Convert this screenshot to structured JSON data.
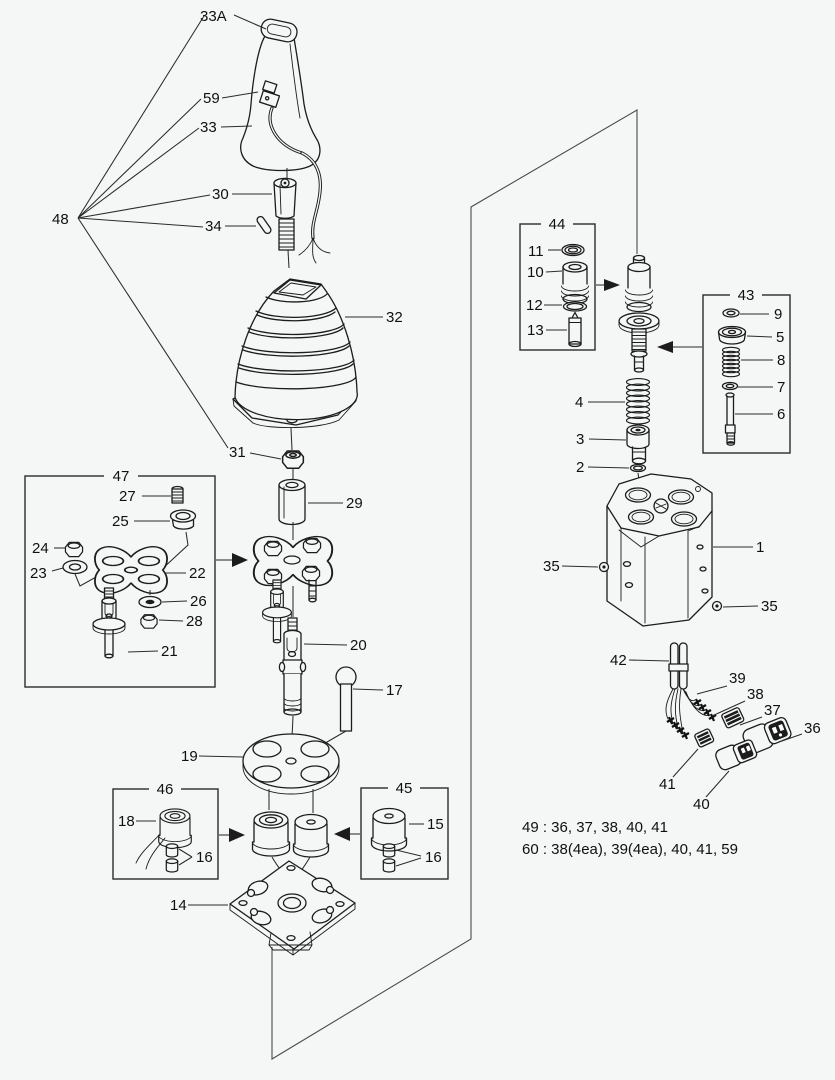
{
  "colors": {
    "background": "#f5f6f6",
    "ink": "#1c1c1c"
  },
  "labels": {
    "l1": "1",
    "l2": "2",
    "l3": "3",
    "l4": "4",
    "l5": "5",
    "l6": "6",
    "l7": "7",
    "l8": "8",
    "l9": "9",
    "l10": "10",
    "l11": "11",
    "l12": "12",
    "l13": "13",
    "l14": "14",
    "l15": "15",
    "l16": "16",
    "l17": "17",
    "l18": "18",
    "l19": "19",
    "l20": "20",
    "l21": "21",
    "l22": "22",
    "l23": "23",
    "l24": "24",
    "l25": "25",
    "l26": "26",
    "l27": "27",
    "l28": "28",
    "l29": "29",
    "l30": "30",
    "l31": "31",
    "l32": "32",
    "l33": "33",
    "l33A": "33A",
    "l34": "34",
    "l35": "35",
    "l36": "36",
    "l37": "37",
    "l38": "38",
    "l39": "39",
    "l40": "40",
    "l41": "41",
    "l42": "42",
    "l43": "43",
    "l44": "44",
    "l45": "45",
    "l46": "46",
    "l47": "47",
    "l48": "48",
    "l59": "59"
  },
  "notes": {
    "line1": "49 : 36, 37, 38, 40, 41",
    "line2": "60 : 38(4ea), 39(4ea), 40, 41, 59"
  }
}
